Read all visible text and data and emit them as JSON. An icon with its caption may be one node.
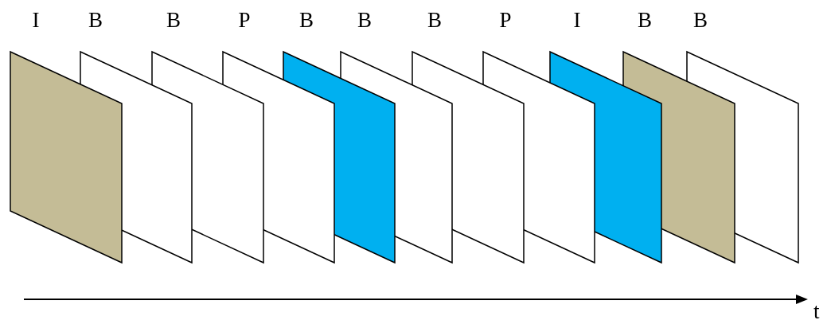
{
  "diagram": {
    "nodes": [
      {
        "text": [
          "I"
        ]
      },
      {
        "text": [
          "B"
        ]
      },
      {
        "text": [
          "B"
        ]
      },
      {
        "text": [
          "P"
        ]
      },
      {
        "text": [
          "B"
        ]
      },
      {
        "text": [
          "B"
        ]
      },
      {
        "text": [
          "B"
        ]
      },
      {
        "text": [
          "P"
        ]
      },
      {
        "text": [
          "I"
        ]
      },
      {
        "text": [
          "B"
        ]
      },
      {
        "text": [
          "B"
        ]
      }
    ],
    "edges": [],
    "labels": [
      "t"
    ]
  }
}
